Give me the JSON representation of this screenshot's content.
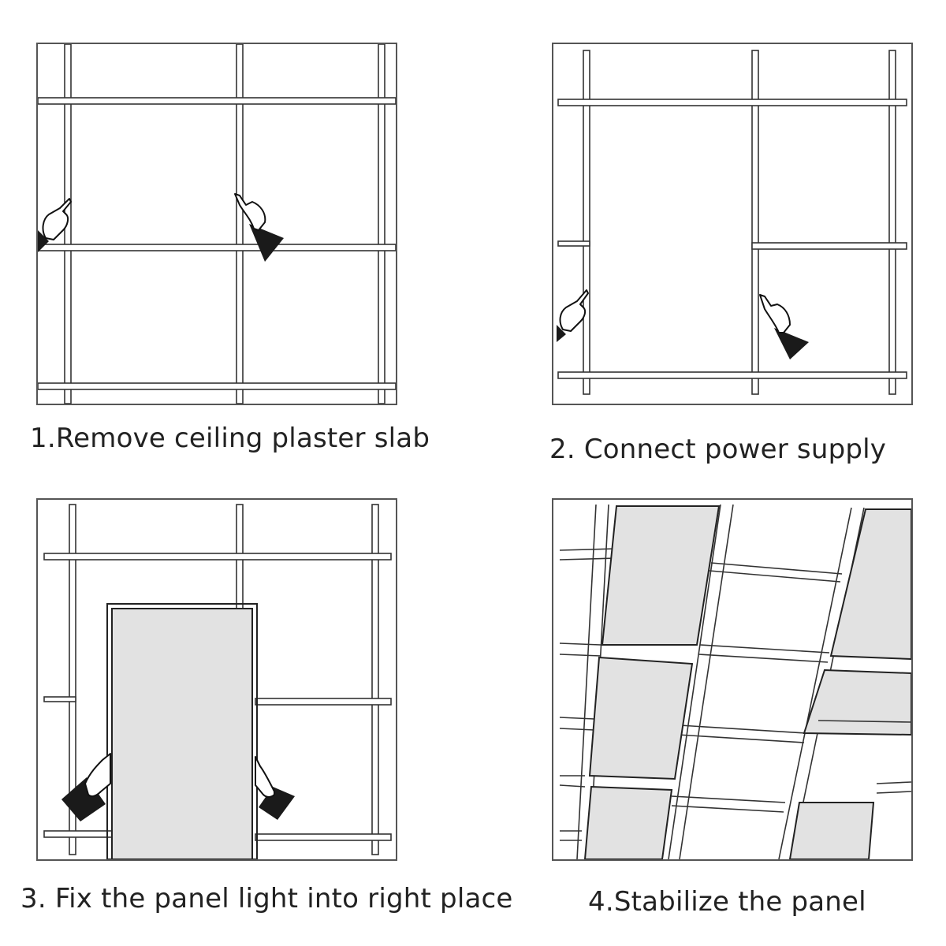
{
  "steps": [
    {
      "caption": "1.Remove ceiling plaster slab"
    },
    {
      "caption": "2. Connect power supply"
    },
    {
      "caption": "3. Fix the panel light into right place"
    },
    {
      "caption": "4.Stabilize the panel"
    }
  ],
  "colors": {
    "frame": "#555555",
    "rail": "#333333",
    "panel_fill": "#e2e2e2",
    "sleeve": "#1a1a1a"
  },
  "icons": [
    "pointing-hand-icon",
    "gripping-hand-icon"
  ]
}
